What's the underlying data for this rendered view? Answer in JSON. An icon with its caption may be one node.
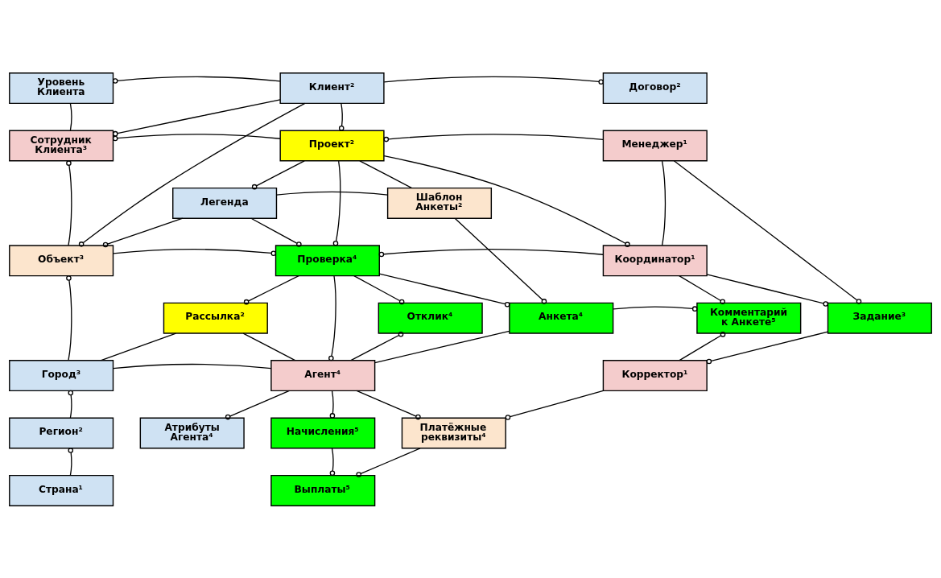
{
  "diagram": {
    "nodes": [
      {
        "text": [
          "Уровень Клиента"
        ]
      },
      {
        "text": [
          "Клиент²"
        ]
      },
      {
        "text": [
          "Договор²"
        ]
      },
      {
        "text": [
          "Сотрудник Клиента³"
        ]
      },
      {
        "text": [
          "Проект²"
        ]
      },
      {
        "text": [
          "Менеджер¹"
        ]
      },
      {
        "text": [
          "Легенда"
        ]
      },
      {
        "text": [
          "Шаблон Анкеты²"
        ]
      },
      {
        "text": [
          "Объект³"
        ]
      },
      {
        "text": [
          "Проверка⁴"
        ]
      },
      {
        "text": [
          "Координатор¹"
        ]
      },
      {
        "text": [
          "Рассылка²"
        ]
      },
      {
        "text": [
          "Отклик⁴"
        ]
      },
      {
        "text": [
          "Анкета⁴"
        ]
      },
      {
        "text": [
          "Комментарий к Анкете⁵"
        ]
      },
      {
        "text": [
          "Задание³"
        ]
      },
      {
        "text": [
          "Город³"
        ]
      },
      {
        "text": [
          "Агент⁴"
        ]
      },
      {
        "text": [
          "Корректор¹"
        ]
      },
      {
        "text": [
          "Регион²"
        ]
      },
      {
        "text": [
          "Атрибуты Агента⁴"
        ]
      },
      {
        "text": [
          "Начисления⁵"
        ]
      },
      {
        "text": [
          "Платёжные реквизиты⁴"
        ]
      },
      {
        "text": [
          "Страна¹"
        ]
      },
      {
        "text": [
          "Выплаты⁵"
        ]
      }
    ],
    "edges": [
      {
        "from": 1,
        "to": 0,
        "arrow": "other"
      },
      {
        "from": 1,
        "to": 2,
        "arrow": "other"
      },
      {
        "from": 1,
        "to": 4,
        "arrow": "other"
      },
      {
        "from": 1,
        "to": 3,
        "arrow": "other"
      },
      {
        "from": 1,
        "to": 8,
        "arrow": "other"
      },
      {
        "from": 0,
        "to": 3,
        "arrow": "none"
      },
      {
        "from": 4,
        "to": 3,
        "arrow": "other"
      },
      {
        "from": 8,
        "to": 3,
        "arrow": "other"
      },
      {
        "from": 4,
        "to": 6,
        "arrow": "other"
      },
      {
        "from": 6,
        "to": 8,
        "arrow": "other"
      },
      {
        "from": 6,
        "to": 7,
        "arrow": "none"
      },
      {
        "from": 6,
        "to": 9,
        "arrow": "other"
      },
      {
        "from": 4,
        "to": 9,
        "arrow": "other"
      },
      {
        "from": 4,
        "to": 7,
        "arrow": "none"
      },
      {
        "from": 5,
        "to": 4,
        "arrow": "other"
      },
      {
        "from": 4,
        "to": 10,
        "arrow": "other"
      },
      {
        "from": 5,
        "to": 10,
        "arrow": "none"
      },
      {
        "from": 5,
        "to": 15,
        "arrow": "other"
      },
      {
        "from": 10,
        "to": 15,
        "arrow": "other"
      },
      {
        "from": 8,
        "to": 9,
        "arrow": "other"
      },
      {
        "from": 16,
        "to": 8,
        "arrow": "other"
      },
      {
        "from": 9,
        "to": 11,
        "arrow": "other"
      },
      {
        "from": 9,
        "to": 12,
        "arrow": "other"
      },
      {
        "from": 9,
        "to": 17,
        "arrow": "other"
      },
      {
        "from": 9,
        "to": 13,
        "arrow": "other"
      },
      {
        "from": 10,
        "to": 9,
        "arrow": "other"
      },
      {
        "from": 7,
        "to": 13,
        "arrow": "other"
      },
      {
        "from": 17,
        "to": 12,
        "arrow": "other"
      },
      {
        "from": 11,
        "to": 16,
        "arrow": "none"
      },
      {
        "from": 11,
        "to": 17,
        "arrow": "none"
      },
      {
        "from": 16,
        "to": 17,
        "arrow": "none"
      },
      {
        "from": 13,
        "to": 14,
        "arrow": "other"
      },
      {
        "from": 10,
        "to": 14,
        "arrow": "other"
      },
      {
        "from": 18,
        "to": 14,
        "arrow": "other"
      },
      {
        "from": 15,
        "to": 18,
        "arrow": "other"
      },
      {
        "from": 13,
        "to": 17,
        "arrow": "none"
      },
      {
        "from": 17,
        "to": 22,
        "arrow": "other"
      },
      {
        "from": 18,
        "to": 22,
        "arrow": "other"
      },
      {
        "from": 17,
        "to": 20,
        "arrow": "other"
      },
      {
        "from": 17,
        "to": 21,
        "arrow": "other"
      },
      {
        "from": 21,
        "to": 24,
        "arrow": "other"
      },
      {
        "from": 22,
        "to": 24,
        "arrow": "other"
      },
      {
        "from": 19,
        "to": 16,
        "arrow": "other"
      },
      {
        "from": 23,
        "to": 19,
        "arrow": "other"
      }
    ]
  }
}
